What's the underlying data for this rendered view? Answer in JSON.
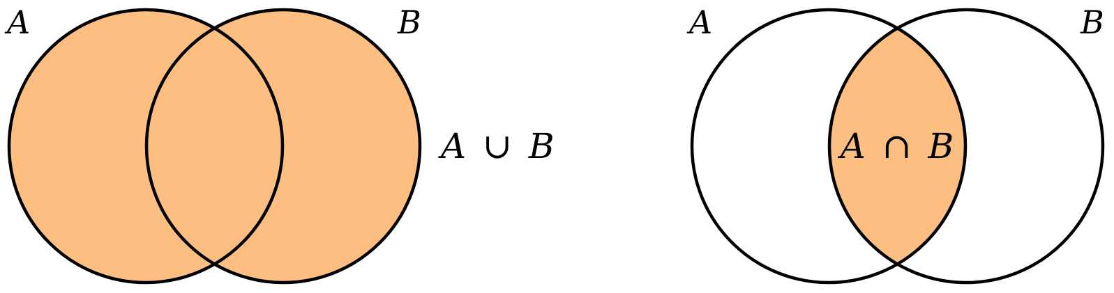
{
  "colors": {
    "fill": "#fdbe82",
    "stroke": "#000000",
    "background": "#ffffff"
  },
  "union_diagram": {
    "label_a": "A",
    "label_b": "B",
    "operation_left": "A",
    "operation_symbol": "∪",
    "operation_right": "B"
  },
  "intersection_diagram": {
    "label_a": "A",
    "label_b": "B",
    "operation_left": "A",
    "operation_symbol": "∩",
    "operation_right": "B"
  }
}
